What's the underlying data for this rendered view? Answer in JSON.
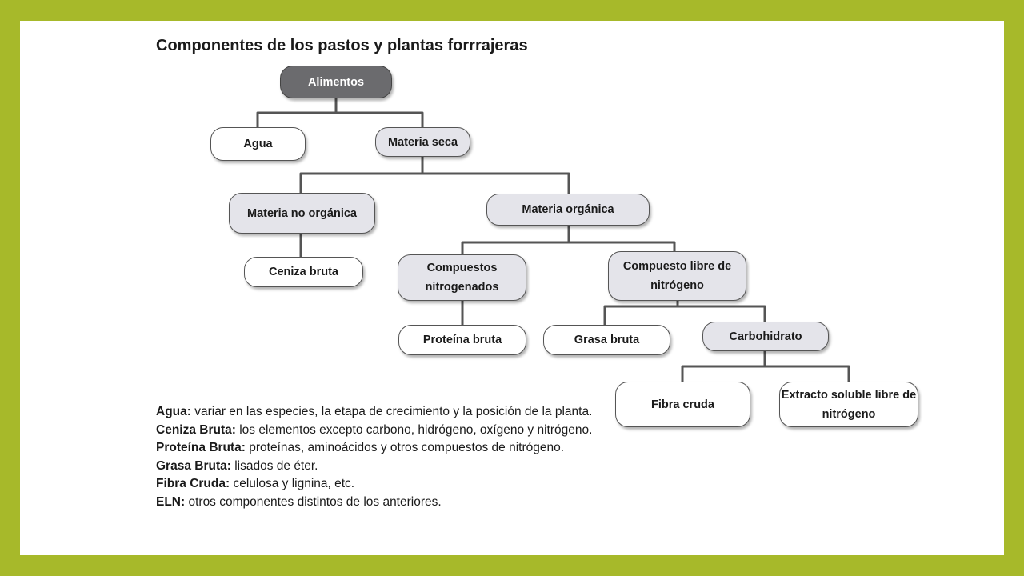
{
  "title": "Componentes de los pastos y plantas forrrajeras",
  "nodes": {
    "alimentos": "Alimentos",
    "agua": "Agua",
    "materia_seca": "Materia seca",
    "materia_no_organica": "Materia no orgánica",
    "materia_organica": "Materia orgánica",
    "ceniza_bruta": "Ceniza bruta",
    "compuestos_nitrogenados": "Compuestos nitrogenados",
    "compuesto_libre": "Compuesto libre de nitrógeno",
    "proteina_bruta": "Proteína bruta",
    "grasa_bruta": "Grasa bruta",
    "carbohidrato": "Carbohidrato",
    "fibra_cruda": "Fibra cruda",
    "extracto": "Extracto soluble libre de nitrógeno"
  },
  "definitions": [
    {
      "term": "Agua:",
      "text": " variar en las especies, la etapa de crecimiento y la posición de la planta."
    },
    {
      "term": "Ceniza Bruta:",
      "text": " los elementos excepto carbono, hidrógeno, oxígeno y nitrógeno."
    },
    {
      "term": "Proteína Bruta:",
      "text": " proteínas, aminoácidos y otros compuestos de nitrógeno."
    },
    {
      "term": "Grasa Bruta:",
      "text": " lisados de éter."
    },
    {
      "term": "Fibra Cruda:",
      "text": " celulosa y lignina, etc."
    },
    {
      "term": "ELN:",
      "text": " otros componentes distintos de los anteriores."
    }
  ],
  "colors": {
    "frame": "#a7b92a",
    "root_fill": "#6b6b6e",
    "internal_fill": "#e4e4ea",
    "leaf_fill": "#ffffff"
  }
}
